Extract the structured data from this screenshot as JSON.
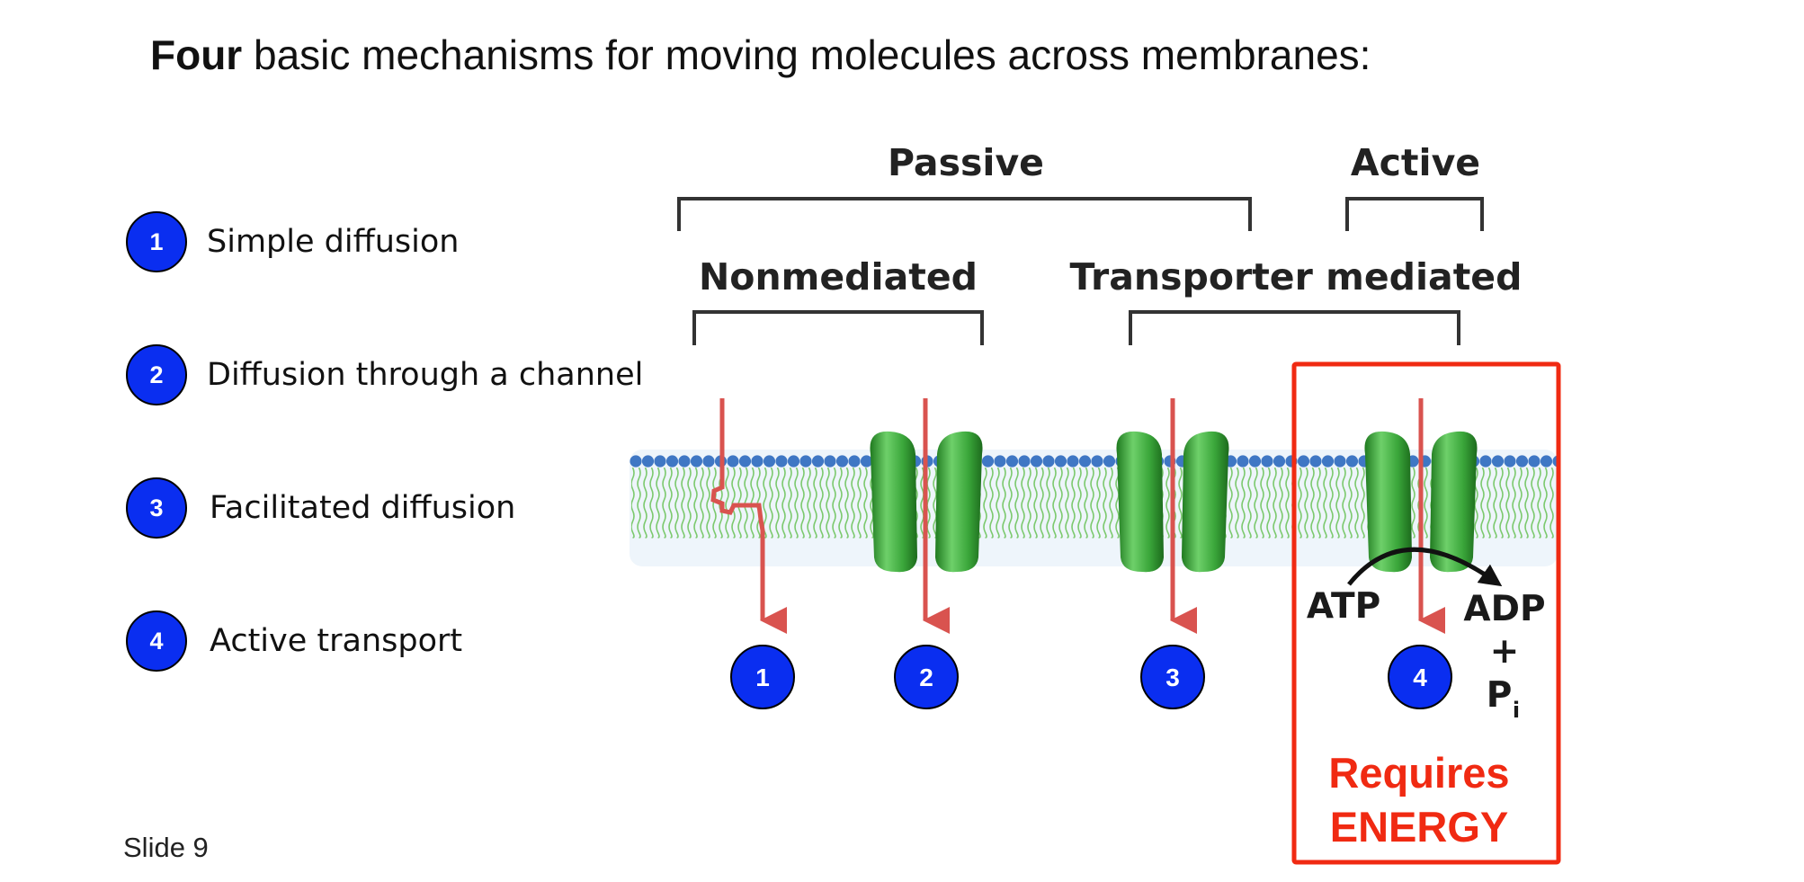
{
  "title": {
    "bold": "Four",
    "rest": " basic mechanisms for moving molecules across membranes:"
  },
  "legend": [
    {
      "number": "1",
      "label": "Simple diffusion"
    },
    {
      "number": "2",
      "label": "Diffusion through a channel"
    },
    {
      "number": "3",
      "label": "Facilitated diffusion"
    },
    {
      "number": "4",
      "label": "Active transport"
    }
  ],
  "diagram": {
    "passive_label": "Passive",
    "active_label": "Active",
    "nonmediated_label": "Nonmediated",
    "transporter_label": "Transporter mediated",
    "atp_label": "ATP",
    "adp_label": "ADP",
    "plus_label": "+",
    "pi_label": "P",
    "pi_subscript": "i",
    "energy_line1": "Requires",
    "energy_line2": "ENERGY",
    "markers": [
      "1",
      "2",
      "3",
      "4"
    ]
  },
  "colors": {
    "marker_blue": "#0a2ef0",
    "arrow_red": "#d9534f",
    "highlight_red": "#f02a12",
    "protein_green": "#3aa63a",
    "lipid_blue": "#5b8fc9"
  },
  "slide_label": "Slide 9"
}
